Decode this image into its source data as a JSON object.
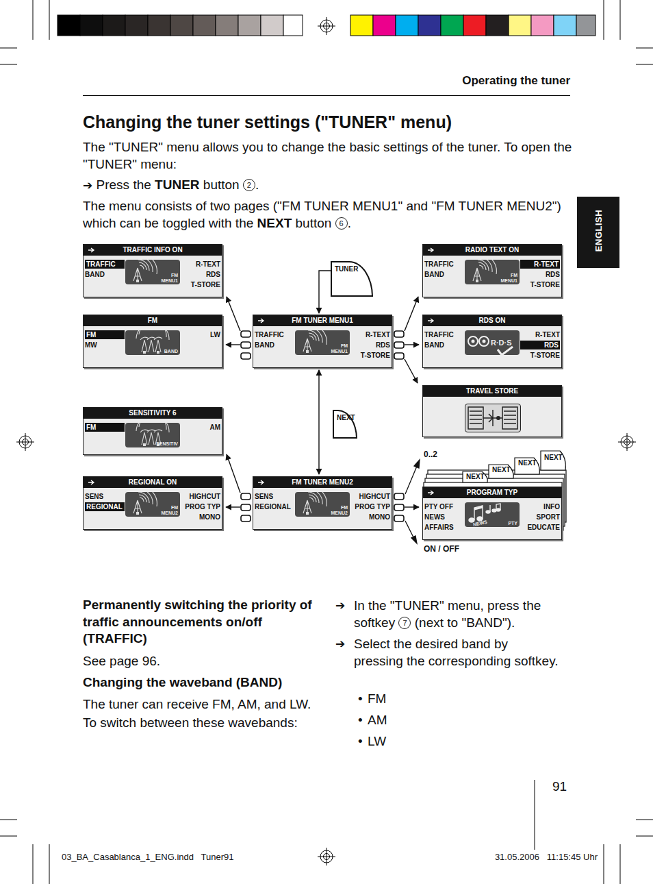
{
  "diagram": {
    "title": "Changing the tuner settings (\"TUNER\" menu)",
    "nodes": [
      {
        "text": [
          "TRAFFIC INFO ON",
          "TRAFFIC",
          "BAND",
          "R-TEXT",
          "RDS",
          "T-STORE",
          "FM",
          "MENU1"
        ]
      },
      {
        "text": [
          "RADIO TEXT ON",
          "TRAFFIC",
          "BAND",
          "R-TEXT",
          "RDS",
          "T-STORE",
          "FM",
          "MENU1"
        ]
      },
      {
        "text": [
          "TUNER"
        ]
      },
      {
        "text": [
          "FM",
          "FM",
          "MW",
          "LW",
          "BAND"
        ]
      },
      {
        "text": [
          "FM TUNER MENU1",
          "TRAFFIC",
          "BAND",
          "R-TEXT",
          "RDS",
          "T-STORE",
          "FM",
          "MENU1"
        ]
      },
      {
        "text": [
          "RDS ON",
          "TRAFFIC",
          "BAND",
          "R-TEXT",
          "RDS",
          "T-STORE",
          "R·D·S"
        ]
      },
      {
        "text": [
          "TRAVEL STORE"
        ]
      },
      {
        "text": [
          "NEXT"
        ]
      },
      {
        "text": [
          "SENSITIVITY 6",
          "FM",
          "AM",
          "SENSITIV"
        ]
      },
      {
        "text": [
          "REGIONAL ON",
          "SENS",
          "REGIONAL",
          "HIGHCUT",
          "PROG TYP",
          "MONO",
          "FM",
          "MENU2"
        ]
      },
      {
        "text": [
          "FM TUNER MENU2",
          "SENS",
          "REGIONAL",
          "HIGHCUT",
          "PROG TYP",
          "MONO",
          "FM",
          "MENU2"
        ]
      },
      {
        "text": [
          "PROGRAM TYP",
          "PTY OFF",
          "NEWS",
          "AFFAIRS",
          "INFO",
          "SPORT",
          "EDUCATE",
          "NEWS",
          "PTY"
        ]
      }
    ],
    "edges": [
      {
        "from": 2,
        "to": 4,
        "arrow": "to"
      },
      {
        "from": 4,
        "to": 0,
        "arrow": "to"
      },
      {
        "from": 4,
        "to": 3,
        "arrow": "to"
      },
      {
        "from": 4,
        "to": 1,
        "arrow": "to"
      },
      {
        "from": 4,
        "to": 5,
        "arrow": "to"
      },
      {
        "from": 4,
        "to": 6,
        "arrow": "to"
      },
      {
        "from": 4,
        "to": 10,
        "arrow": "both"
      },
      {
        "from": 10,
        "to": 8,
        "arrow": "to"
      },
      {
        "from": 10,
        "to": 9,
        "arrow": "to"
      },
      {
        "from": 10,
        "to": 11,
        "arrow": "to"
      }
    ],
    "labels": [
      "Operating the tuner",
      "ENGLISH",
      "The \"TUNER\" menu allows you to change the basic settings of the tuner. To open the \"TUNER\" menu:",
      "➔",
      "Press the",
      "TUNER",
      "button",
      "2",
      ".",
      "The menu consists of two pages (\"FM TUNER MENU1\" and \"FM TUNER MENU2\") which can be toggled with the",
      "NEXT",
      "button",
      "6",
      ".",
      "0..2",
      "NEXT",
      "NEXT",
      "NEXT",
      "NEXT",
      "ON / OFF",
      "Permanently switching the priority of traffic announcements on/off (TRAFFIC)",
      "See page 96.",
      "Changing the waveband (BAND)",
      "The tuner can receive FM, AM, and LW. To switch between these wavebands:",
      "➔",
      "In the \"TUNER\" menu, press the softkey",
      "7",
      "(next to \"BAND\").",
      "➔",
      "Select the desired band by pressing the corresponding softkey.",
      "•",
      "FM",
      "•",
      "AM",
      "•",
      "LW",
      "91",
      "03_BA_Casablanca_1_ENG.indd   Tuner91",
      "31.05.2006   11:15:45 Uhr"
    ]
  }
}
